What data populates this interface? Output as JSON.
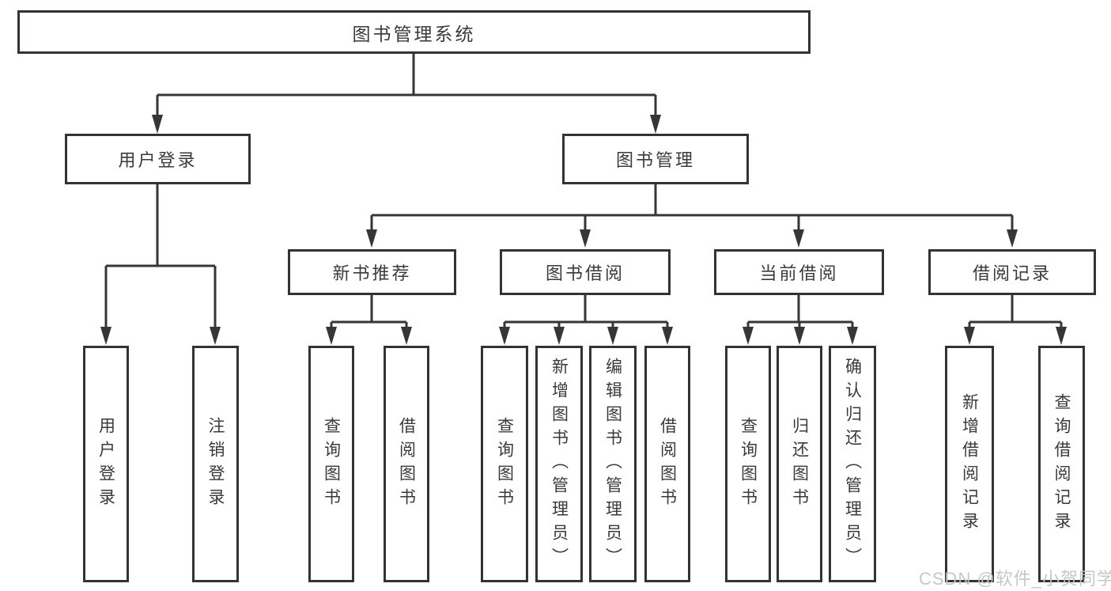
{
  "colors": {
    "background": "#ffffff",
    "line": "#363636",
    "box_border": "#333333",
    "text": "#3a3a3a",
    "watermark": "#c2c5c8"
  },
  "tree": {
    "root": {
      "label": "图书管理系统"
    },
    "branches": [
      {
        "label": "用户登录",
        "children": [
          {
            "label": "用户登录"
          },
          {
            "label": "注销登录"
          }
        ]
      },
      {
        "label": "图书管理",
        "children": [
          {
            "label": "新书推荐",
            "children": [
              {
                "label": "查询图书"
              },
              {
                "label": "借阅图书"
              }
            ]
          },
          {
            "label": "图书借阅",
            "children": [
              {
                "label": "查询图书"
              },
              {
                "label": "新增图书（管理员）"
              },
              {
                "label": "编辑图书（管理员）"
              },
              {
                "label": "借阅图书"
              }
            ]
          },
          {
            "label": "当前借阅",
            "children": [
              {
                "label": "查询图书"
              },
              {
                "label": "归还图书"
              },
              {
                "label": "确认归还（管理员）"
              }
            ]
          },
          {
            "label": "借阅记录",
            "children": [
              {
                "label": "新增借阅记录"
              },
              {
                "label": "查询借阅记录"
              }
            ]
          }
        ]
      }
    ]
  },
  "watermark": {
    "text": "CSDN @软件_小贺同学"
  }
}
